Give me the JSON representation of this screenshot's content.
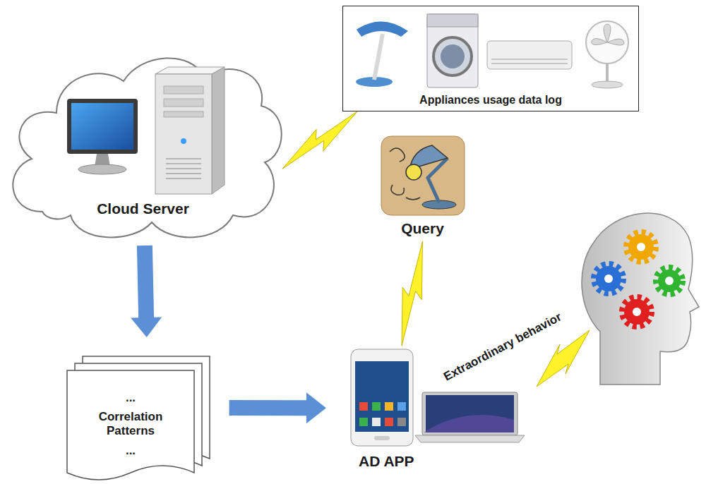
{
  "diagram": {
    "nodes": [
      {
        "text": [
          "Cloud Server"
        ]
      },
      {
        "text": [
          "Appliances usage data log"
        ]
      },
      {
        "text": [
          "Query"
        ]
      },
      {
        "text": [
          "...",
          "Correlation Patterns",
          "..."
        ]
      },
      {
        "text": [
          "AD APP"
        ]
      }
    ],
    "edges": [
      {
        "from": 0,
        "to": 1,
        "arrow": "none"
      },
      {
        "from": 0,
        "to": 3,
        "arrow": "to"
      },
      {
        "from": 2,
        "to": 4,
        "arrow": "none"
      },
      {
        "from": 3,
        "to": 4,
        "arrow": "to"
      }
    ],
    "labels": [
      "Extraordinary behavior"
    ]
  }
}
